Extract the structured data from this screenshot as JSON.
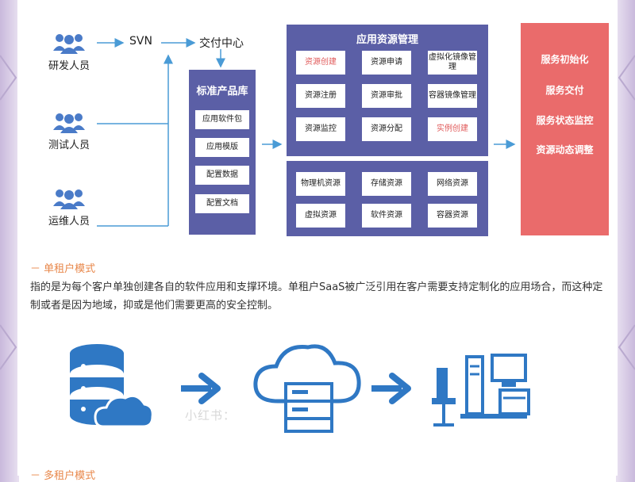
{
  "people": [
    {
      "label": "研发人员"
    },
    {
      "label": "测试人员"
    },
    {
      "label": "运维人员"
    }
  ],
  "flow": {
    "svn": "SVN",
    "delivery_center": "交付中心"
  },
  "product_library": {
    "title": "标准产品库",
    "items": [
      "应用软件包",
      "应用模版",
      "配置数据",
      "配置文档"
    ]
  },
  "resource_mgmt": {
    "title": "应用资源管理",
    "cells": [
      {
        "label": "资源创建",
        "highlight": true
      },
      {
        "label": "资源申请",
        "highlight": false
      },
      {
        "label": "虚拟化镜像管理",
        "highlight": false
      },
      {
        "label": "资源注册",
        "highlight": false
      },
      {
        "label": "资源审批",
        "highlight": false
      },
      {
        "label": "容器镜像管理",
        "highlight": false
      },
      {
        "label": "资源监控",
        "highlight": false
      },
      {
        "label": "资源分配",
        "highlight": false
      },
      {
        "label": "实例创建",
        "highlight": true
      }
    ]
  },
  "resources": {
    "cells": [
      "物理机资源",
      "存储资源",
      "网络资源",
      "虚拟资源",
      "软件资源",
      "容器资源"
    ]
  },
  "services": [
    "服务初始化",
    "服务交付",
    "服务状态监控",
    "资源动态调整"
  ],
  "single_tenant": {
    "title": "－ 单租户模式",
    "text": "指的是为每个客户单独创建各自的软件应用和支撑环境。单租户SaaS被广泛引用在客户需要支持定制化的应用场合，而这种定制或者是因为地域，抑或是他们需要更高的安全控制。"
  },
  "multi_tenant": {
    "title": "－ 多租户模式"
  },
  "watermark": "小红书：",
  "colors": {
    "panel": "#5b5fa6",
    "service": "#ea6b6b",
    "people": "#4a7bc8",
    "arrow": "#4a9bd6",
    "highlight_text": "#e05a5a",
    "section_title": "#e8874a"
  },
  "icons": [
    "people-group-icon",
    "database-cloud-icon",
    "cloud-server-icon",
    "computer-workstation-icon",
    "arrow-right-icon"
  ]
}
